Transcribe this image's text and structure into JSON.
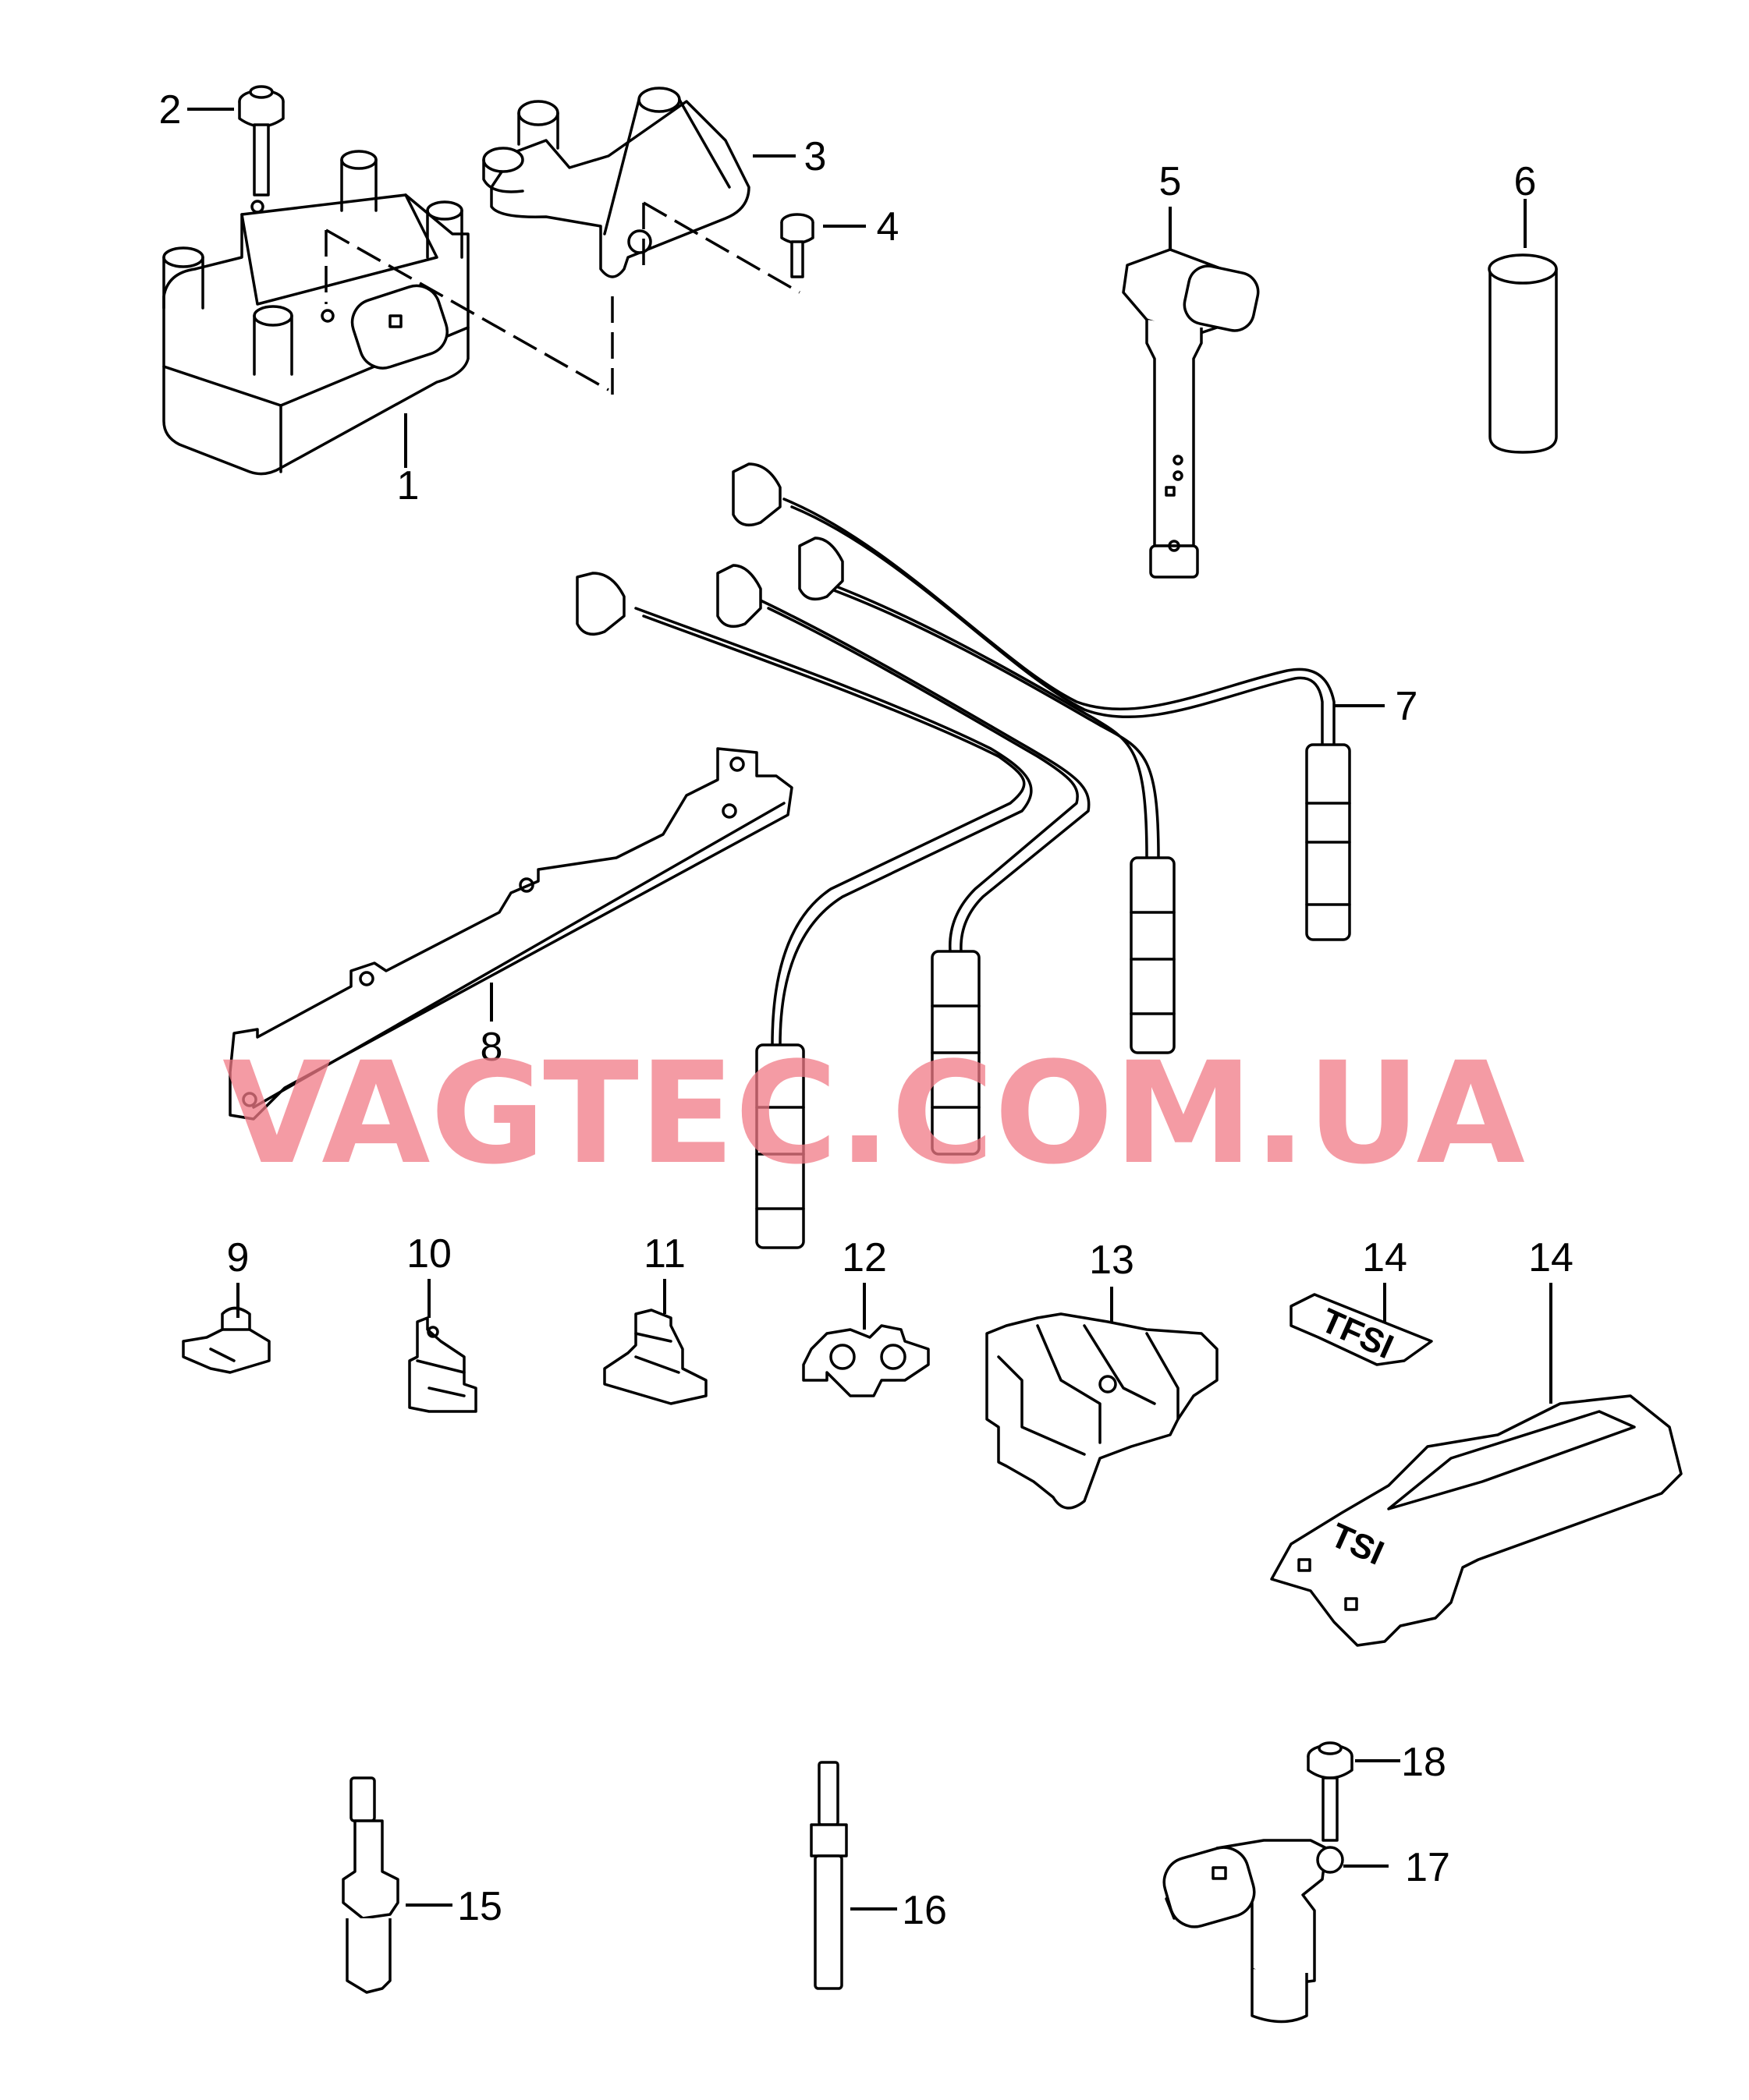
{
  "watermark": "VAGTEC.COM.UA",
  "badges": {
    "small": "TFSI",
    "large": "TSI"
  },
  "callouts": [
    {
      "id": "1",
      "label": "1"
    },
    {
      "id": "2",
      "label": "2"
    },
    {
      "id": "3",
      "label": "3"
    },
    {
      "id": "4",
      "label": "4"
    },
    {
      "id": "5",
      "label": "5"
    },
    {
      "id": "6",
      "label": "6"
    },
    {
      "id": "7",
      "label": "7"
    },
    {
      "id": "8",
      "label": "8"
    },
    {
      "id": "9",
      "label": "9"
    },
    {
      "id": "10",
      "label": "10"
    },
    {
      "id": "11",
      "label": "11"
    },
    {
      "id": "12",
      "label": "12"
    },
    {
      "id": "13",
      "label": "13"
    },
    {
      "id": "14a",
      "label": "14"
    },
    {
      "id": "14b",
      "label": "14"
    },
    {
      "id": "15",
      "label": "15"
    },
    {
      "id": "16",
      "label": "16"
    },
    {
      "id": "17",
      "label": "17"
    },
    {
      "id": "18",
      "label": "18"
    }
  ],
  "colors": {
    "line": "#000000",
    "watermark": "#f07a86",
    "background": "#ffffff"
  }
}
